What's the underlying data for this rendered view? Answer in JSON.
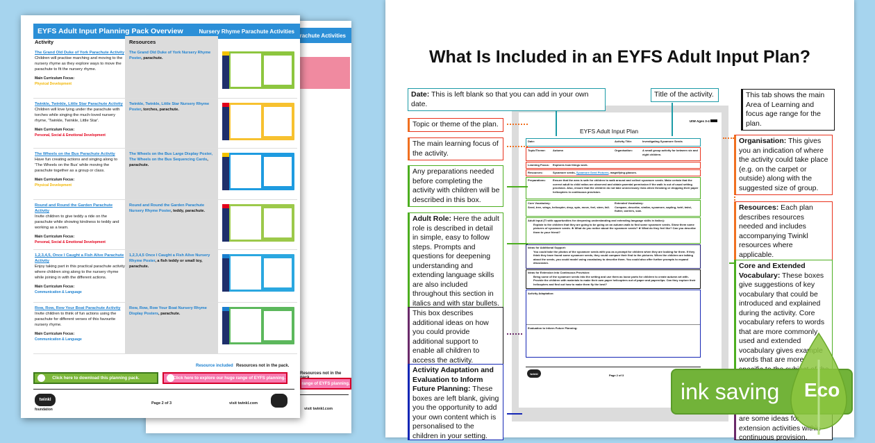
{
  "left_doc": {
    "header_title": "EYFS Adult Input Planning Pack Overview",
    "header_subtitle": "Nursery Rhyme Parachute Activities",
    "back_header_subtitle": "Parachute Activities",
    "columns": {
      "activity": "Activity",
      "resources": "Resources"
    },
    "main_focus_label": "Main Curriculum Focus:",
    "rows": [
      {
        "title": "The Grand Old Duke of York Parachute Activity",
        "description": "Children will practise marching and moving to the nursery rhyme as they explore ways to move the parachute to fit the nursery rhyme.",
        "focus": "Physical Development",
        "focus_color": "#f2b500",
        "resource_link": "The Grand Old Duke of York Nursery Rhyme Poster",
        "resource_rest": ", parachute.",
        "thumb_color": "#8dc63f",
        "tag_color": "#f2c200"
      },
      {
        "title": "Twinkle, Twinkle, Little Star Parachute Activity",
        "description": "Children will love lying under the parachute with torches while singing the much-loved nursery rhyme, 'Twinkle, Twinkle, Little Star'.",
        "focus": "Personal, Social & Emotional Development",
        "focus_color": "#e3001b",
        "resource_link": "Twinkle, Twinkle, Little Star Nursery Rhyme Poster",
        "resource_rest": ", torches, parachute.",
        "thumb_color": "#f7c12f",
        "tag_color": "#e3001b"
      },
      {
        "title": "The Wheels on the Bus Parachute Activity",
        "description": "Have fun creating actions and singing along to 'The Wheels on the Bus' while moving the parachute together as a group or class.",
        "focus": "Physical Development",
        "focus_color": "#f2b500",
        "resource_link": "The Wheels on the Bus Large Display Poster, The Wheels on the Bus Sequencing Cards",
        "resource_rest": ", parachute.",
        "thumb_color": "#1e9be0",
        "tag_color": "#f2c200"
      },
      {
        "title": "Round and Round the Garden Parachute Activity",
        "description": "Invite children to give teddy a ride on the parachute while showing kindness to teddy and working as a team.",
        "focus": "Personal, Social & Emotional Development",
        "focus_color": "#e3001b",
        "resource_link": "Round and Round the Garden Parachute Nursery Rhyme Poster",
        "resource_rest": ", teddy, parachute.",
        "thumb_color": "#9cc94a",
        "tag_color": "#e3001b"
      },
      {
        "title": "1,2,3,4,5, Once I Caught a Fish Alive Parachute Activity",
        "description": "Enjoy taking part in this practical parachute activity where children sing along to the nursery rhyme while joining in with the different actions.",
        "focus": "Communication & Language",
        "focus_color": "#1a7fcf",
        "resource_link": "1,2,3,4,5 Once I Caught a Fish Alive Nursery Rhyme Poster",
        "resource_rest": ", a fish teddy or small toy, parachute.",
        "thumb_color": "#2aa7e0",
        "tag_color": "#1a7fcf"
      },
      {
        "title": "Row, Row, Row Your Boat Parachute Activity",
        "description": "Invite children to think of fun actions using the parachute for different verses of this favourite nursery rhyme.",
        "focus": "Communication & Language",
        "focus_color": "#1a7fcf",
        "resource_link": "Row, Row, Row Your Boat Nursery Rhyme Display Posters",
        "resource_rest": ", parachute.",
        "thumb_color": "#5cb85c",
        "tag_color": "#1a7fcf"
      }
    ],
    "legend_included": "Resource included",
    "legend_not": "Resources not in the pack.",
    "btn_download": "Click here to download this planning pack.",
    "btn_explore": "Click here to explore our huge range of EYFS planning.",
    "back_btn_explore": "range of EYFS planning.",
    "page_num": "Page 2 of 3",
    "visit": "visit twinkl.com",
    "logo": "twinkl",
    "logo_sub": "foundation"
  },
  "right_doc": {
    "title": "What Is Included in an EYFS Adult Input Plan?",
    "callouts": {
      "date": {
        "bold": "Date:",
        "text": " This is left blank so that you can add in your own date."
      },
      "title_activity": {
        "text": "Title of the activity."
      },
      "tab": {
        "text": "This tab shows the main Area of Learning and focus age range for the plan."
      },
      "topic": {
        "text": "Topic or theme of the plan."
      },
      "focus": {
        "text": "The main learning focus of the activity."
      },
      "prep": {
        "text": "Any preparations needed before completing the activity with children will be described in this box."
      },
      "adult": {
        "bold": "Adult Role:",
        "text": " Here the adult role is described in detail in simple, easy to follow steps. Prompts and questions for deepening understanding and extending language skills are also included throughout this section in italics and with star bullets."
      },
      "support": {
        "text": "This box describes additional ideas on how you could provide additional support to enable all children to access the activity."
      },
      "adapt": {
        "bold": "Activity Adaptation and Evaluation to Inform Future Planning:",
        "text": " These boxes are left blank, giving you the opportunity to add your own content which is personalised to the children in your setting."
      },
      "org": {
        "bold": "Organisation:",
        "text": " This gives you an indication of where the activity could take place (e.g. on the carpet or outside) along with the suggested size of group."
      },
      "resources": {
        "bold": "Resources:",
        "text": " Each plan describes resources needed and includes accompanying Twinkl resources where applicable."
      },
      "vocab": {
        "bold": "Core and Extended Vocabulary:",
        "text": " These boxes give suggestions of key vocabulary that could be introduced and explained during the activity. Core vocabulary refers to words that are more commonly used and extended vocabulary gives example words that are more specific to the subject of the activity."
      },
      "extension": {
        "text": "are some ideas for extension activities within continuous provision."
      }
    },
    "plan": {
      "tag": "UtW Ages 3-4",
      "title": "EYFS Adult Input Plan",
      "date_label": "Date:",
      "activity_title_label": "Activity Title:",
      "activity_title": "Investigating Sycamore Seeds",
      "topic_label": "Topic/Theme:",
      "topic": "Autumn",
      "org_label": "Organisation:",
      "org": "A small group activity for between six and eight children.",
      "focus_label": "Learning Focus:",
      "focus": "Explores how things work.",
      "res_label": "Resources:",
      "res_pre": "Sycamore seeds, ",
      "res_link": "Sycamore Seed Pictures",
      "res_post": ", magnifying glasses.",
      "prep_label": "Preparations:",
      "prep": "Ensure that the area is safe for children to walk around and collect sycamore seeds. Make certain that the correct adult to child ratios are observed and obtain parental permission if the walk is out of usual setting provision. Also, ensure that the children do not take unnecessary risks when throwing or dropping their paper helicopters in continuous provision.",
      "core_label": "Core Vocabulary:",
      "core": "Seed, tree, wings, helicopter, drop, spin, move, feel, stem, fall.",
      "ext_label": "Extended Vocabulary:",
      "ext": "Compare, describe, similar, sycamore, sapling, twirl, twist, flutter, carriers, sow.",
      "adult_label": "Adult Input (TI with opportunities for deepening understanding and extending language skills in italics):",
      "adult": "Explain to the children that they are going to be going on an autumn walk to find some sycamore seeds. Show them some pictures of sycamore seeds. ★ What do you notice about the sycamore seeds? ★ What do they feel like? Can you describe them to your friend?",
      "support_label": "Ideas for Additional Support:",
      "support": "You could take the photos of the sycamore seeds with you as a prompt for children when they are looking for them. If they think they have found some sycamore seeds, they could compare their find to the pictures. When the children are talking about the seeds, you could model using vocabulary to describe them. You could also offer further prompts to expand discussion.",
      "ext_prov_label": "Ideas for Extension into Continuous Provision:",
      "ext_prov": "Bring some of the sycamore seeds into the setting and use them as loose parts for children to create autumn art with. Provide the children with materials to make their own paper helicopters out of paper and paperclips. Can they explore their helicopters and find out how to make them fly the best?",
      "adapt_label": "Activity Adaptation:",
      "eval_label": "Evaluation to Inform Future Planning:",
      "page": "Page 2 of 3"
    }
  },
  "badge": {
    "ink": "ink saving",
    "eco": "Eco"
  }
}
